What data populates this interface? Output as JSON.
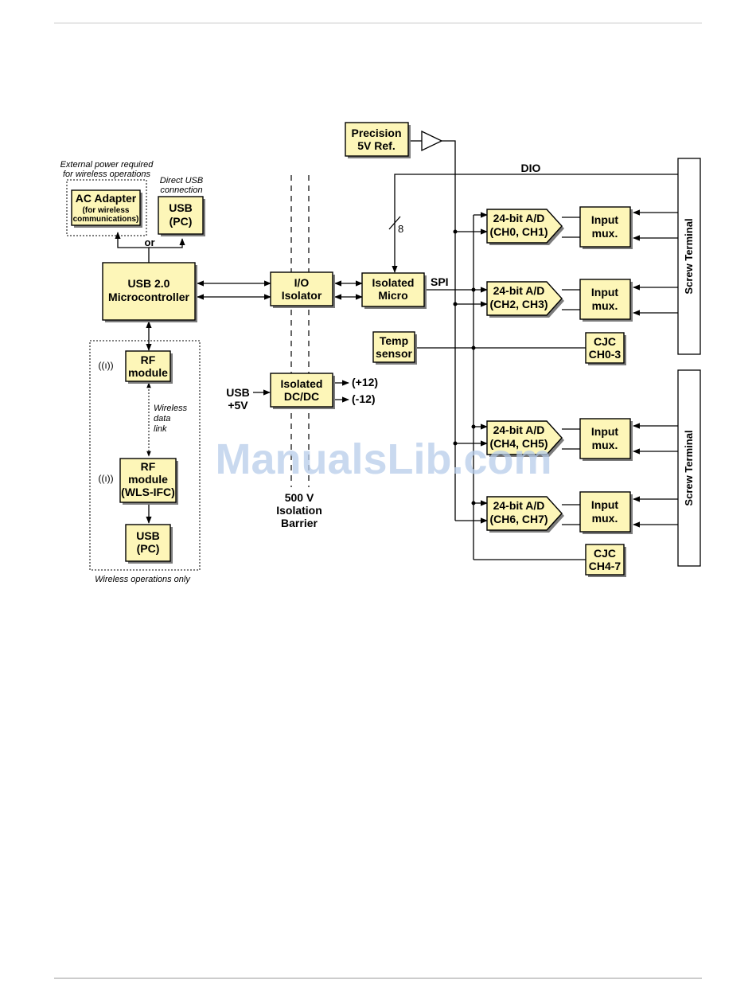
{
  "blocks": {
    "ac_adapter": {
      "line1": "AC Adapter",
      "line2": "(for wireless",
      "line3": "communications)"
    },
    "usb_pc_top": {
      "line1": "USB",
      "line2": "(PC)"
    },
    "usb_micro": {
      "line1": "USB 2.0",
      "line2": "Microcontroller"
    },
    "rf_module": {
      "line1": "RF",
      "line2": "module"
    },
    "rf_module_wls": {
      "line1": "RF",
      "line2": "module",
      "line3": "(WLS-IFC)"
    },
    "usb_pc_bottom": {
      "line1": "USB",
      "line2": "(PC)"
    },
    "io_isolator": {
      "line1": "I/O",
      "line2": "Isolator"
    },
    "isolated_dcdc": {
      "line1": "Isolated",
      "line2": "DC/DC"
    },
    "isolated_micro": {
      "line1": "Isolated",
      "line2": "Micro"
    },
    "precision_ref": {
      "line1": "Precision",
      "line2": "5V Ref."
    },
    "temp_sensor": {
      "line1": "Temp",
      "line2": "sensor"
    },
    "adc_1": {
      "line1": "24-bit A/D",
      "line2": "(CH0, CH1)"
    },
    "adc_2": {
      "line1": "24-bit A/D",
      "line2": "(CH2, CH3)"
    },
    "adc_3": {
      "line1": "24-bit A/D",
      "line2": "(CH4, CH5)"
    },
    "adc_4": {
      "line1": "24-bit A/D",
      "line2": "(CH6, CH7)"
    },
    "mux_1": {
      "line1": "Input",
      "line2": "mux."
    },
    "mux_2": {
      "line1": "Input",
      "line2": "mux."
    },
    "mux_3": {
      "line1": "Input",
      "line2": "mux."
    },
    "mux_4": {
      "line1": "Input",
      "line2": "mux."
    },
    "cjc_top": {
      "line1": "CJC",
      "line2": "CH0-3"
    },
    "cjc_bottom": {
      "line1": "CJC",
      "line2": "CH4-7"
    },
    "screw_top": {
      "label": "Screw Terminal"
    },
    "screw_bottom": {
      "label": "Screw Terminal"
    }
  },
  "labels": {
    "ext_power_1": "External power required",
    "ext_power_2": "for wireless operations",
    "direct_usb_1": "Direct USB",
    "direct_usb_2": "connection",
    "or": "or",
    "wireless_link_1": "Wireless",
    "wireless_link_2": "data",
    "wireless_link_3": "link",
    "wireless_only": "Wireless operations only",
    "barrier_1": "500 V",
    "barrier_2": "Isolation",
    "barrier_3": "Barrier",
    "usb_5v_1": "USB",
    "usb_5v_2": "+5V",
    "plus12": "(+12)",
    "minus12": "(-12)",
    "spi": "SPI",
    "dio": "DIO",
    "bus_width": "8",
    "antenna_1": "((ı))",
    "antenna_2": "((ı))"
  },
  "watermark": "ManualsLib.com",
  "colors": {
    "block_fill": "#fdf6b8",
    "watermark": "#b7cdea"
  }
}
